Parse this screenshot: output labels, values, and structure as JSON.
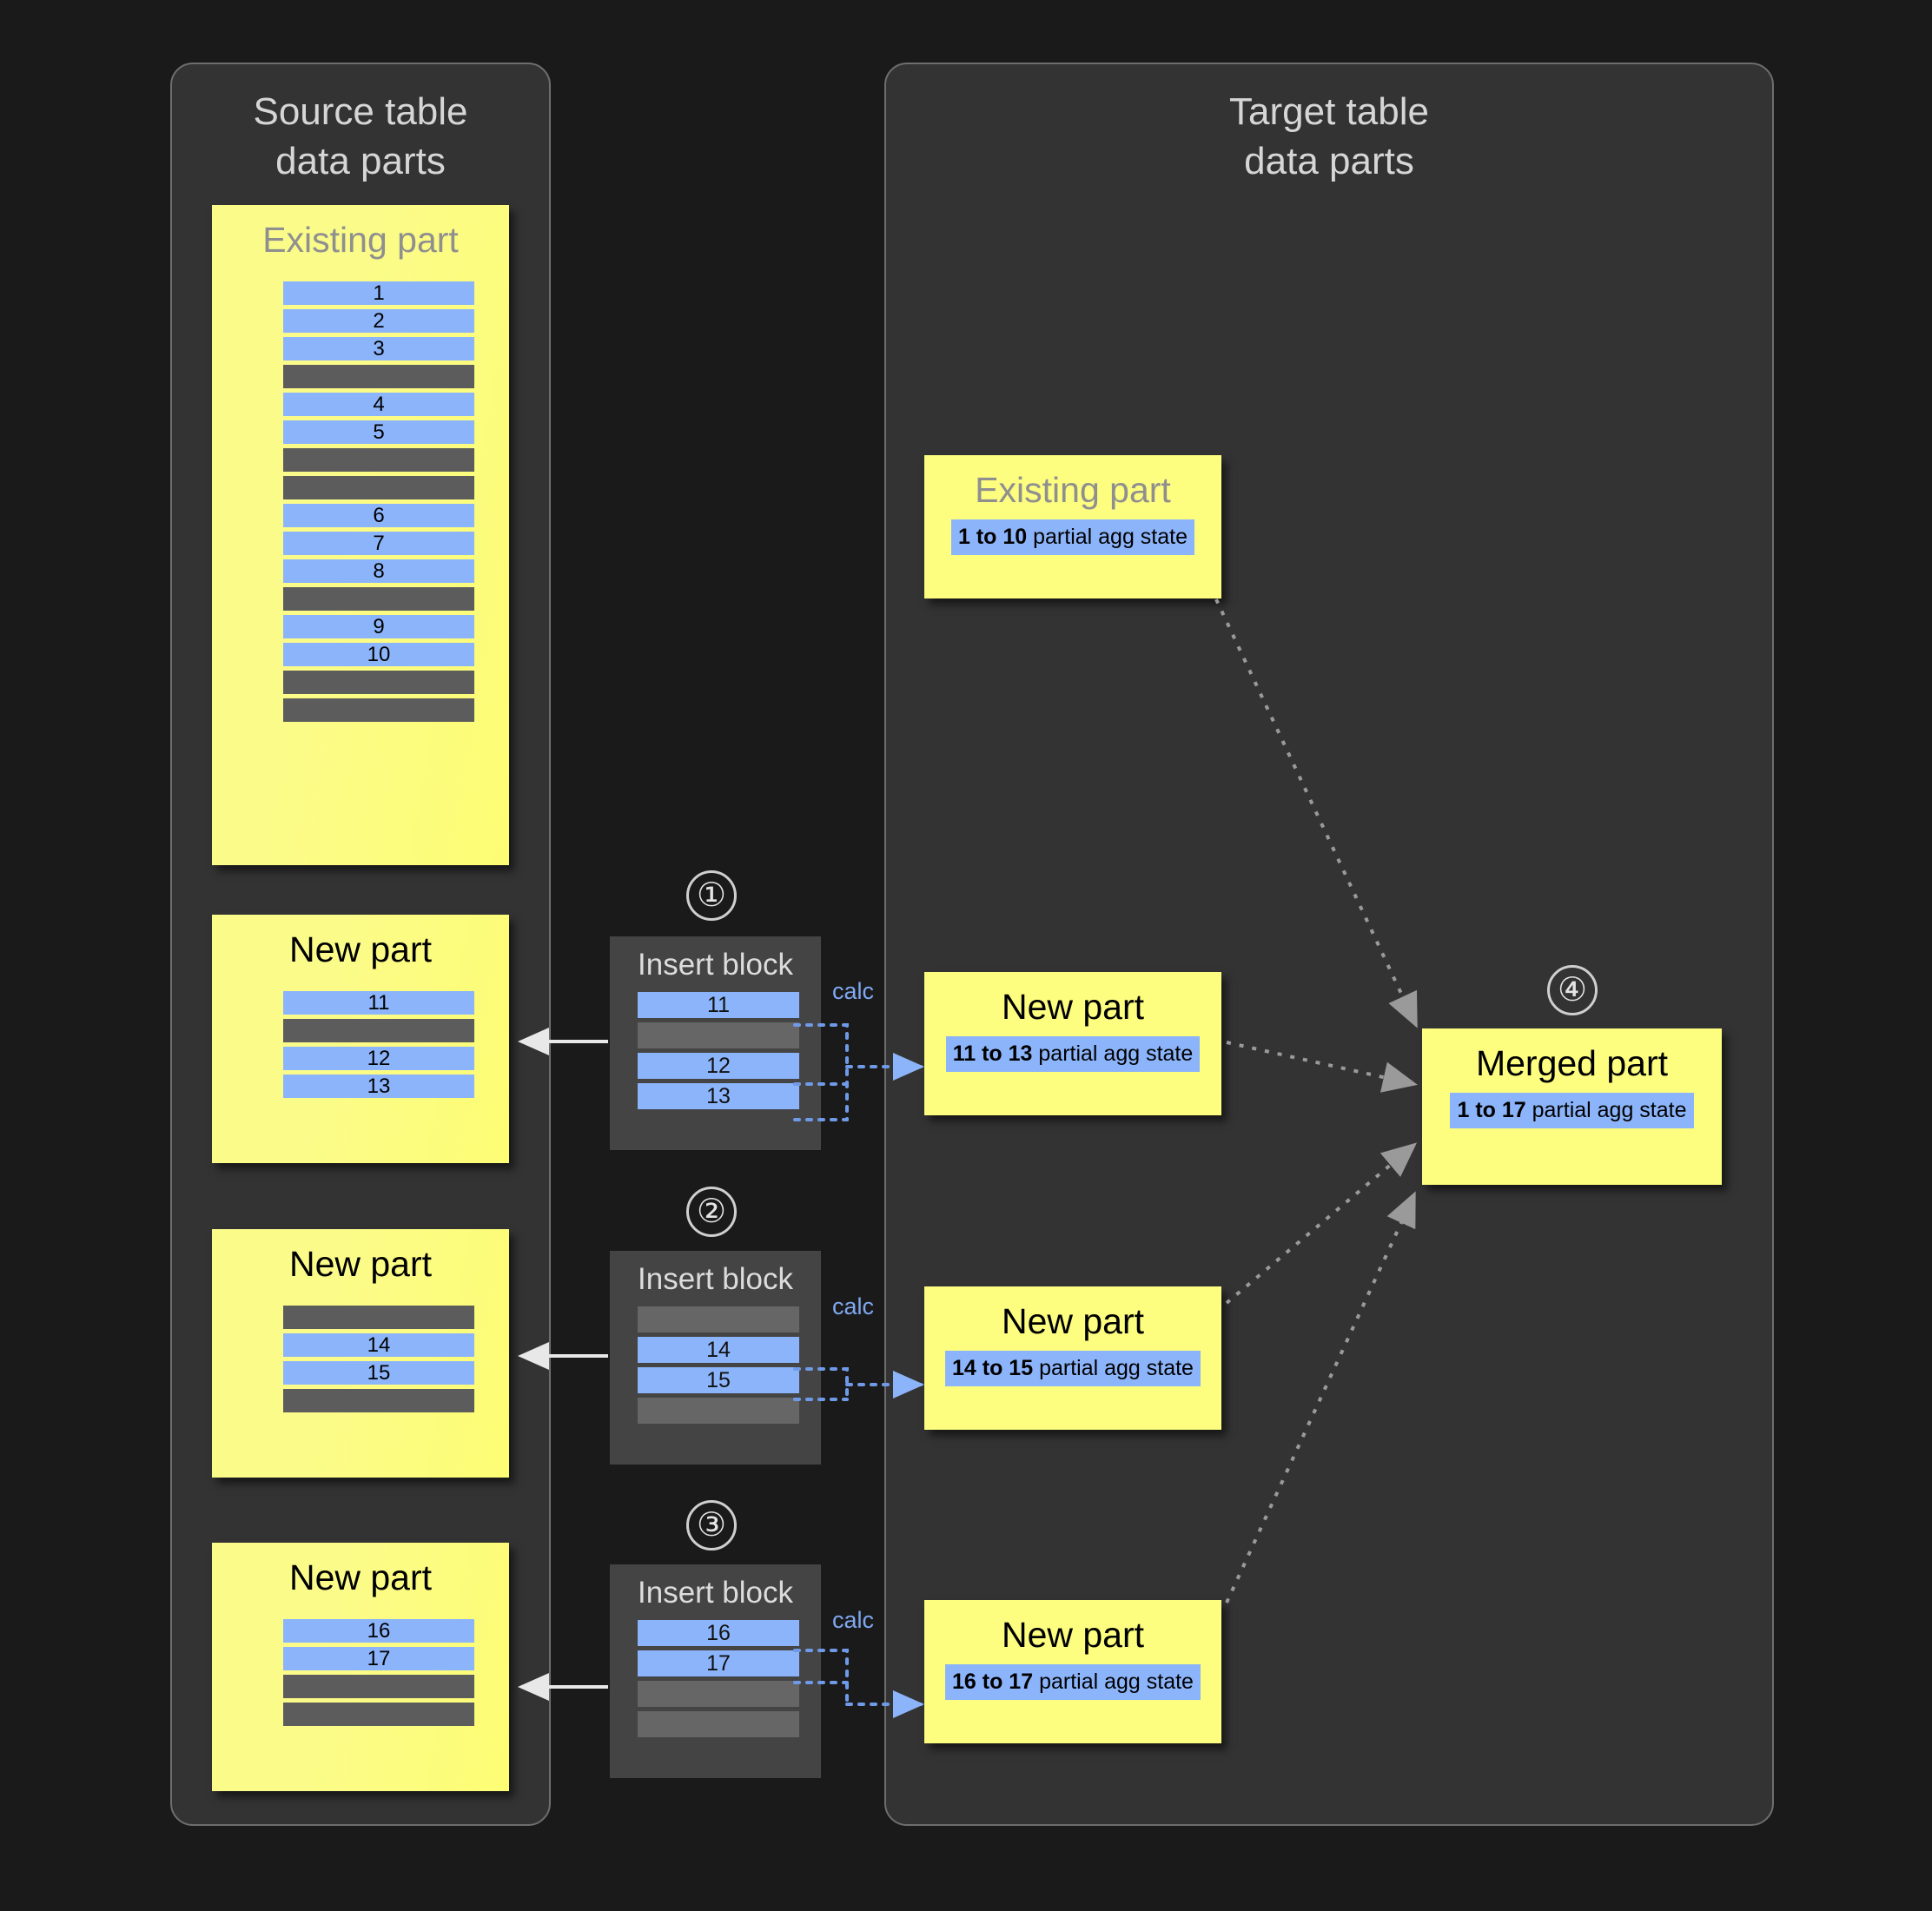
{
  "source_panel": {
    "title": "Source table\ndata parts",
    "existing_part": {
      "label": "Existing part",
      "rows": [
        {
          "kind": "blue",
          "value": "1"
        },
        {
          "kind": "blue",
          "value": "2"
        },
        {
          "kind": "blue",
          "value": "3"
        },
        {
          "kind": "gray",
          "value": ""
        },
        {
          "kind": "blue",
          "value": "4"
        },
        {
          "kind": "blue",
          "value": "5"
        },
        {
          "kind": "gray",
          "value": ""
        },
        {
          "kind": "gray",
          "value": ""
        },
        {
          "kind": "blue",
          "value": "6"
        },
        {
          "kind": "blue",
          "value": "7"
        },
        {
          "kind": "blue",
          "value": "8"
        },
        {
          "kind": "gray",
          "value": ""
        },
        {
          "kind": "blue",
          "value": "9"
        },
        {
          "kind": "blue",
          "value": "10"
        },
        {
          "kind": "gray",
          "value": ""
        },
        {
          "kind": "gray",
          "value": ""
        }
      ]
    },
    "new_parts": [
      {
        "label": "New part",
        "rows": [
          {
            "kind": "blue",
            "value": "11"
          },
          {
            "kind": "gray",
            "value": ""
          },
          {
            "kind": "blue",
            "value": "12"
          },
          {
            "kind": "blue",
            "value": "13"
          }
        ]
      },
      {
        "label": "New part",
        "rows": [
          {
            "kind": "gray",
            "value": ""
          },
          {
            "kind": "blue",
            "value": "14"
          },
          {
            "kind": "blue",
            "value": "15"
          },
          {
            "kind": "gray",
            "value": ""
          }
        ]
      },
      {
        "label": "New part",
        "rows": [
          {
            "kind": "blue",
            "value": "16"
          },
          {
            "kind": "blue",
            "value": "17"
          },
          {
            "kind": "gray",
            "value": ""
          },
          {
            "kind": "gray",
            "value": ""
          }
        ]
      }
    ]
  },
  "insert_blocks": [
    {
      "step": "①",
      "title": "Insert block",
      "calc_label": "calc",
      "rows": [
        {
          "kind": "blue",
          "value": "11"
        },
        {
          "kind": "gray",
          "value": ""
        },
        {
          "kind": "blue",
          "value": "12"
        },
        {
          "kind": "blue",
          "value": "13"
        }
      ]
    },
    {
      "step": "②",
      "title": "Insert block",
      "calc_label": "calc",
      "rows": [
        {
          "kind": "gray",
          "value": ""
        },
        {
          "kind": "blue",
          "value": "14"
        },
        {
          "kind": "blue",
          "value": "15"
        },
        {
          "kind": "gray",
          "value": ""
        }
      ]
    },
    {
      "step": "③",
      "title": "Insert block",
      "calc_label": "calc",
      "rows": [
        {
          "kind": "blue",
          "value": "16"
        },
        {
          "kind": "blue",
          "value": "17"
        },
        {
          "kind": "gray",
          "value": ""
        },
        {
          "kind": "gray",
          "value": ""
        }
      ]
    }
  ],
  "target_panel": {
    "title": "Target table\ndata parts",
    "existing_part": {
      "label": "Existing part",
      "agg_range": "1 to 10",
      "agg_suffix": " partial agg state"
    },
    "new_parts": [
      {
        "label": "New part",
        "agg_range": "11 to 13",
        "agg_suffix": " partial agg state"
      },
      {
        "label": "New part",
        "agg_range": "14 to 15",
        "agg_suffix": " partial agg state"
      },
      {
        "label": "New part",
        "agg_range": "16 to 17",
        "agg_suffix": " partial agg state"
      }
    ],
    "merged_part": {
      "step": "④",
      "label": "Merged part",
      "agg_range": "1 to 17",
      "agg_suffix": " partial agg state"
    }
  },
  "colors": {
    "background": "#1a1a1a",
    "panel": "#333333",
    "panel_border": "#6e6e6e",
    "part_yellow": "#fdfd80",
    "row_blue": "#8cb4fa",
    "row_gray": "#5c5c5c",
    "insert_block": "#444444",
    "accent_blue": "#7fa8f0",
    "arrow_gray": "#9a9a9a"
  }
}
